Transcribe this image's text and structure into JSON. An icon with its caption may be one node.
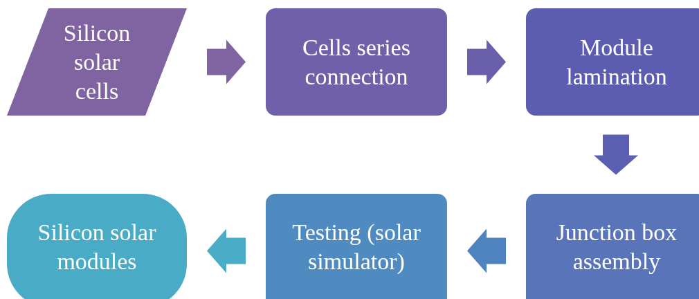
{
  "diagram": {
    "nodes": [
      {
        "text": [
          "Silicon solar cells"
        ]
      },
      {
        "text": [
          "Cells series connection"
        ]
      },
      {
        "text": [
          "Module lamination"
        ]
      },
      {
        "text": [
          "Junction box assembly"
        ]
      },
      {
        "text": [
          "Testing (solar simulator)"
        ]
      },
      {
        "text": [
          "Silicon solar modules"
        ]
      }
    ],
    "edges": [
      {
        "from": 0,
        "to": 1,
        "arrow": "to",
        "color": "#8064a2"
      },
      {
        "from": 1,
        "to": 2,
        "arrow": "to",
        "color": "#6a5fab"
      },
      {
        "from": 2,
        "to": 3,
        "arrow": "to",
        "color": "#5b5fb1"
      },
      {
        "from": 3,
        "to": 4,
        "arrow": "to",
        "color": "#4f83c0"
      },
      {
        "from": 4,
        "to": 5,
        "arrow": "to",
        "color": "#4aacc6"
      }
    ]
  }
}
